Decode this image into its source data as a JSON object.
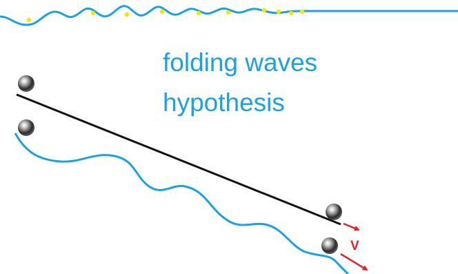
{
  "title": {
    "line1": "folding waves",
    "line2": "hypothesis"
  },
  "velocity_label": "V",
  "colors": {
    "wave": "#1ba1e2",
    "text_blue": "#1ba1e2",
    "arrow_red": "#e8202a",
    "dot_yellow": "#f5e50a",
    "rod": "#111111",
    "background": "#ffffff"
  },
  "icons": {
    "ball": "steel-ball-icon",
    "arrow": "velocity-arrow-icon"
  }
}
